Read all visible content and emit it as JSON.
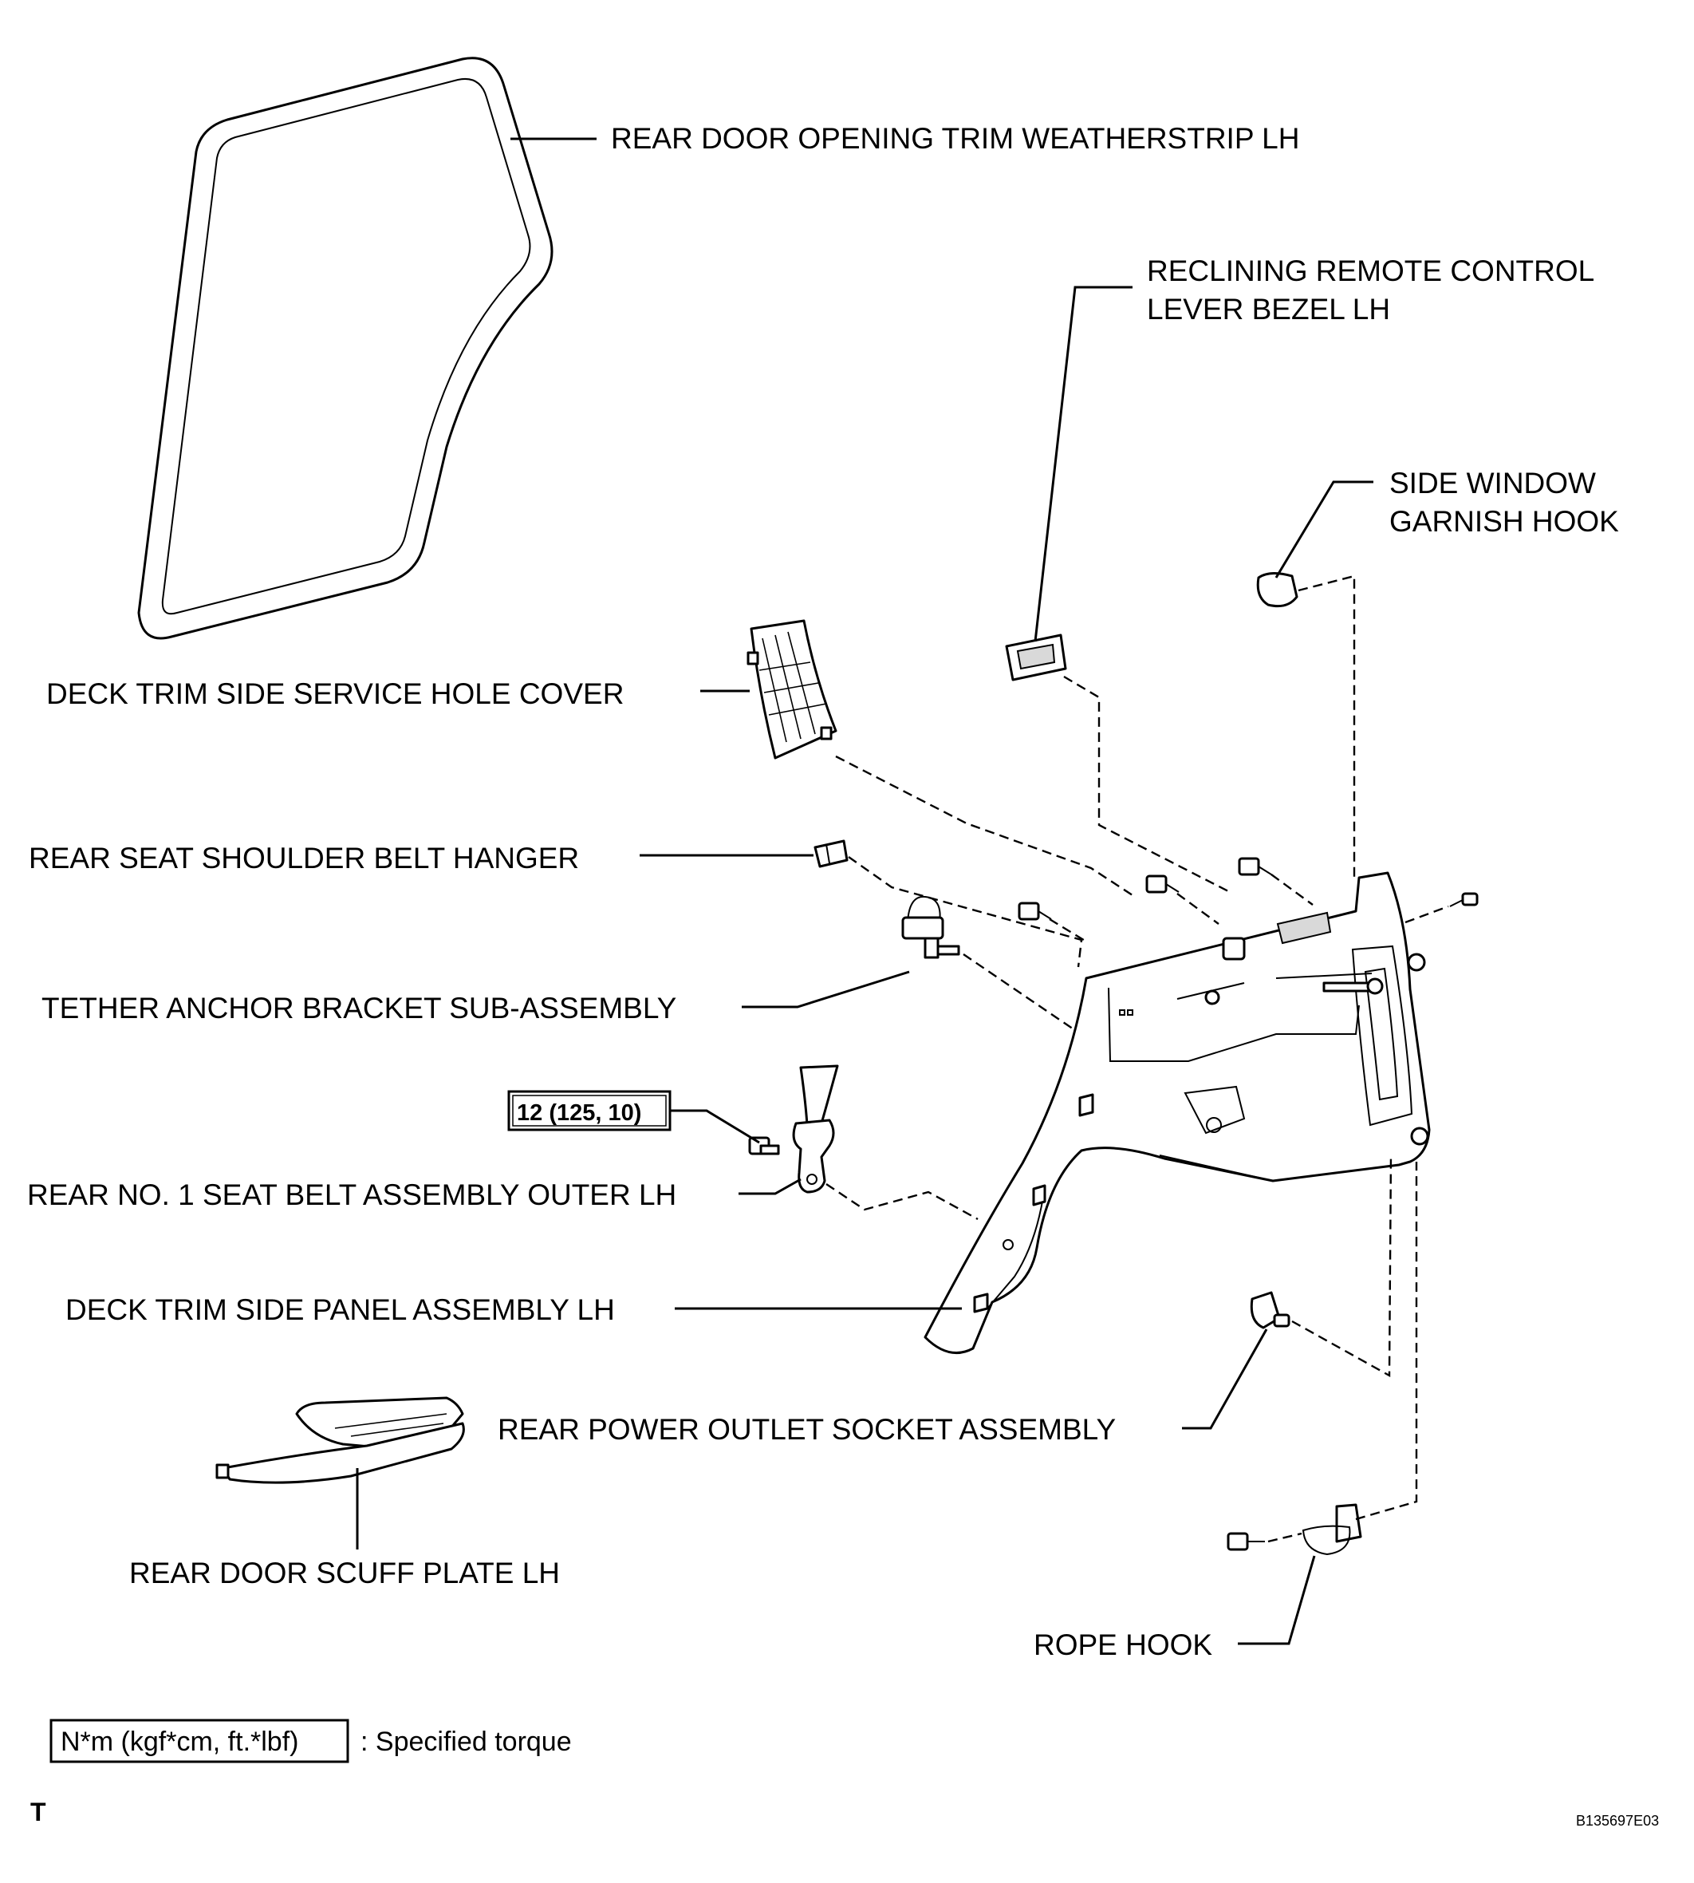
{
  "labels": {
    "weatherstrip": "REAR DOOR OPENING TRIM WEATHERSTRIP LH",
    "bezel_line1": "RECLINING REMOTE CONTROL",
    "bezel_line2": "LEVER BEZEL LH",
    "hook_line1": "SIDE WINDOW",
    "hook_line2": "GARNISH HOOK",
    "service_hole_cover": "DECK TRIM SIDE SERVICE HOLE COVER",
    "belt_hanger": "REAR SEAT SHOULDER BELT HANGER",
    "tether_anchor": "TETHER ANCHOR BRACKET SUB-ASSEMBLY",
    "torque_value": "12 (125, 10)",
    "seat_belt": "REAR NO. 1 SEAT BELT ASSEMBLY OUTER LH",
    "side_panel": "DECK TRIM SIDE PANEL ASSEMBLY LH",
    "power_outlet": "REAR POWER OUTLET SOCKET ASSEMBLY",
    "scuff_plate": "REAR DOOR SCUFF PLATE LH",
    "rope_hook": "ROPE HOOK"
  },
  "legend": {
    "unit_box": "N*m (kgf*cm, ft.*lbf)",
    "description": ": Specified torque"
  },
  "footer": {
    "corner_mark": "T",
    "figure_code": "B135697E03"
  }
}
